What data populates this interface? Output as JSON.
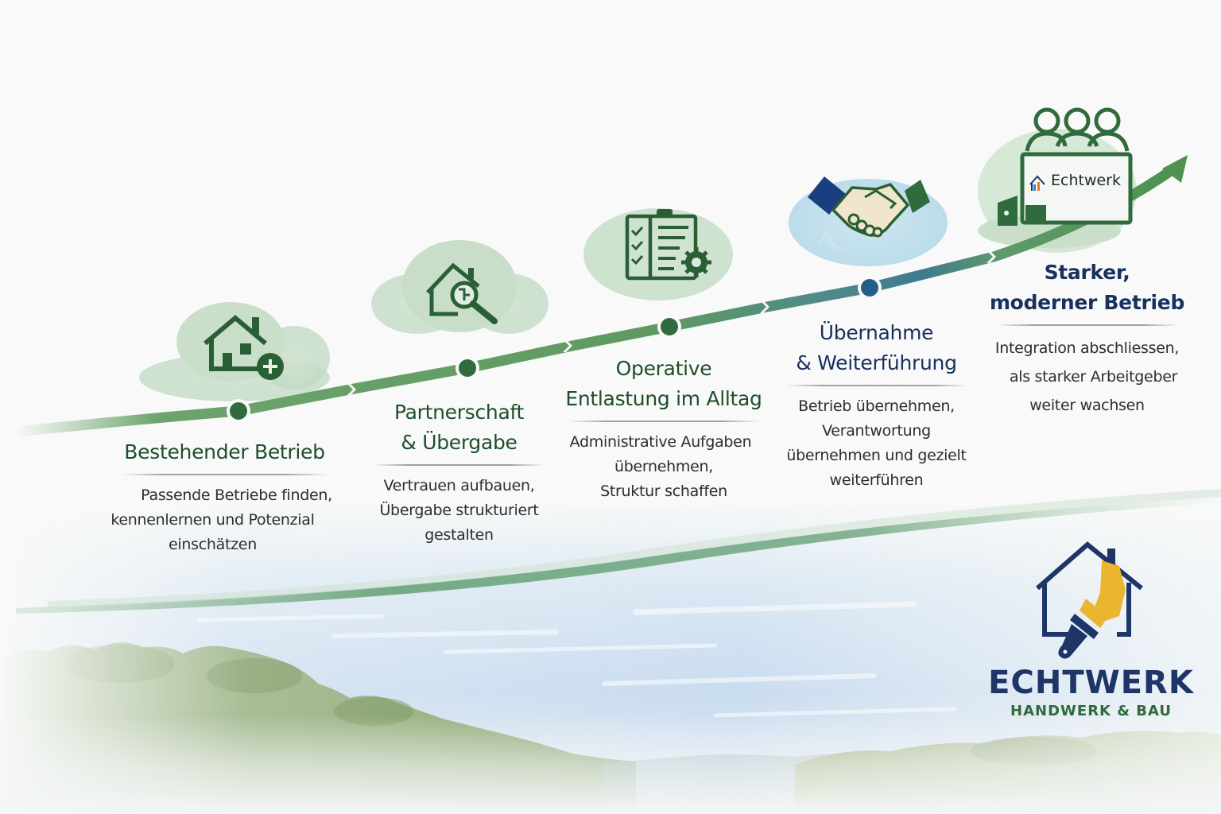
{
  "diagram": {
    "type": "process-timeline",
    "direction": "left-to-right, ascending",
    "colors": {
      "path_green": "#5f9a5f",
      "dot_green": "#2f6b3d",
      "dot_blue": "#235e87",
      "title_green": "#1e4f2c",
      "title_navy": "#17305e",
      "logo_navy": "#1d3567",
      "logo_yellow": "#eab52f"
    }
  },
  "steps": [
    {
      "icon": "house-plus-icon",
      "title": "Bestehender Betrieb",
      "desc_lines": [
        "Passende Betriebe finden,",
        "kennenlernen und Potenzial",
        "einschätzen"
      ]
    },
    {
      "icon": "house-search-icon",
      "title_lines": [
        "Partnerschaft",
        "& Übergabe"
      ],
      "desc_lines": [
        "Vertrauen aufbauen,",
        "Übergabe strukturiert",
        "gestalten"
      ]
    },
    {
      "icon": "clipboard-gear-icon",
      "title_lines": [
        "Operative",
        "Entlastung im Alltag"
      ],
      "desc_lines": [
        "Administrative Aufgaben",
        "übernehmen,",
        "Struktur schaffen"
      ]
    },
    {
      "icon": "handshake-icon",
      "title_lines": [
        "Übernahme",
        "& Weiterführung"
      ],
      "desc_lines": [
        "Betrieb übernehmen,",
        "Verantwortung",
        "übernehmen und gezielt",
        "weiterführen"
      ]
    },
    {
      "icon": "team-company-icon",
      "title_lines": [
        "Starker,",
        "moderner Betrieb"
      ],
      "desc_lines": [
        "Integration abschliessen,",
        "als starker Arbeitgeber",
        "weiter wachsen"
      ],
      "screen_label": "Echtwerk"
    }
  ],
  "logo": {
    "name": "ECHTWERK",
    "tagline": "HANDWERK & BAU"
  }
}
